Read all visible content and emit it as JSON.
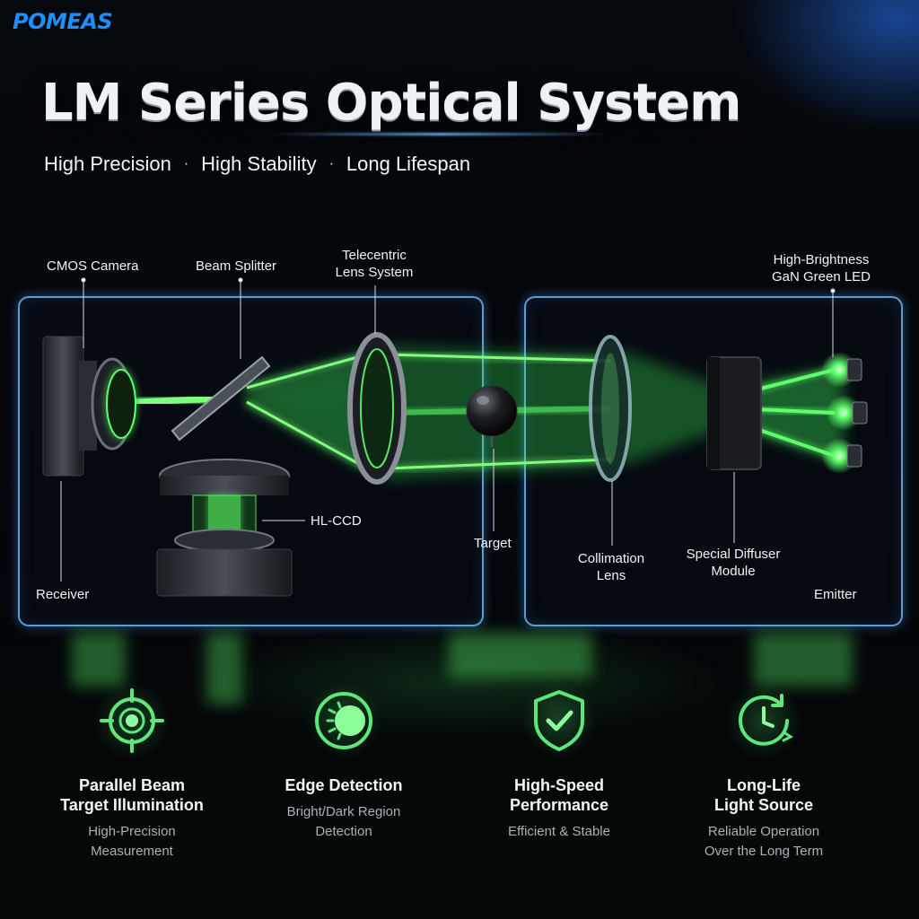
{
  "brand": {
    "logo_text": "POMEAS"
  },
  "header": {
    "title": "LM Series Optical System",
    "subtitle_items": [
      "High Precision",
      "High Stability",
      "Long Lifespan"
    ],
    "separator": "·"
  },
  "diagram": {
    "labels": {
      "cmos_camera": "CMOS Camera",
      "beam_splitter": "Beam Splitter",
      "telecentric_1": "Telecentric",
      "telecentric_2": "Lens System",
      "led_1": "High-Brightness",
      "led_2": "GaN Green LED",
      "hl_ccd": "HL-CCD",
      "target": "Target",
      "collimation_1": "Collimation",
      "collimation_2": "Lens",
      "diffuser_1": "Special Diffuser",
      "diffuser_2": "Module",
      "receiver": "Receiver",
      "emitter": "Emitter"
    }
  },
  "features": [
    {
      "title_1": "Parallel Beam",
      "title_2": "Target Illumination",
      "desc_1": "High-Precision",
      "desc_2": "Measurement",
      "icon": "target-crosshair-icon"
    },
    {
      "title_1": "Edge Detection",
      "title_2": "",
      "desc_1": "Bright/Dark Region",
      "desc_2": "Detection",
      "icon": "edge-detection-icon"
    },
    {
      "title_1": "High-Speed",
      "title_2": "Performance",
      "desc_1": "Efficient & Stable",
      "desc_2": "",
      "icon": "shield-check-icon"
    },
    {
      "title_1": "Long-Life",
      "title_2": "Light Source",
      "desc_1": "Reliable Operation",
      "desc_2": "Over the Long Term",
      "icon": "clock-refresh-icon"
    }
  ],
  "colors": {
    "accent_green": "#3dff5a",
    "brand_blue": "#1e8fff",
    "panel_border": "#78beff",
    "icon_green": "#5de77a"
  }
}
